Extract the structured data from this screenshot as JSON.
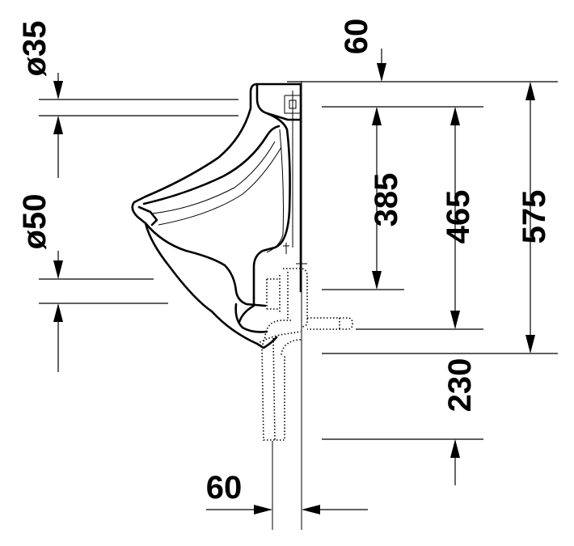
{
  "drawing": {
    "dimensions": {
      "top_offset": "60",
      "dia_top": "ø35",
      "dia_inlet": "ø50",
      "height_385": "385",
      "height_465": "465",
      "height_575": "575",
      "height_230": "230",
      "width_60": "60"
    }
  }
}
